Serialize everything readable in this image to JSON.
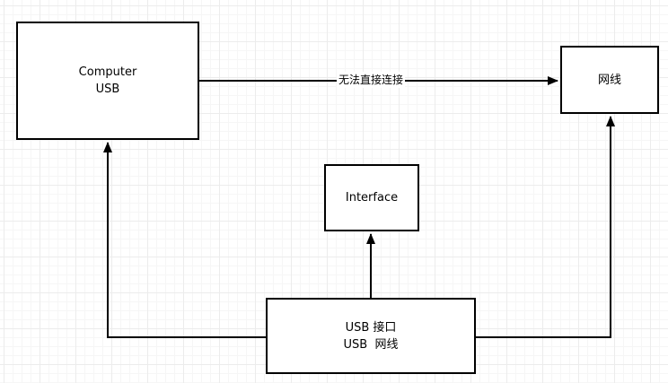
{
  "nodes": {
    "computer": {
      "line1": "Computer",
      "line2": "USB"
    },
    "cable": {
      "label": "网线"
    },
    "interface": {
      "label": "Interface"
    },
    "adapter": {
      "line1": "USB 接口",
      "line2": "USB  网线"
    }
  },
  "edges": {
    "computer_to_cable": {
      "label": "无法直接连接"
    }
  }
}
